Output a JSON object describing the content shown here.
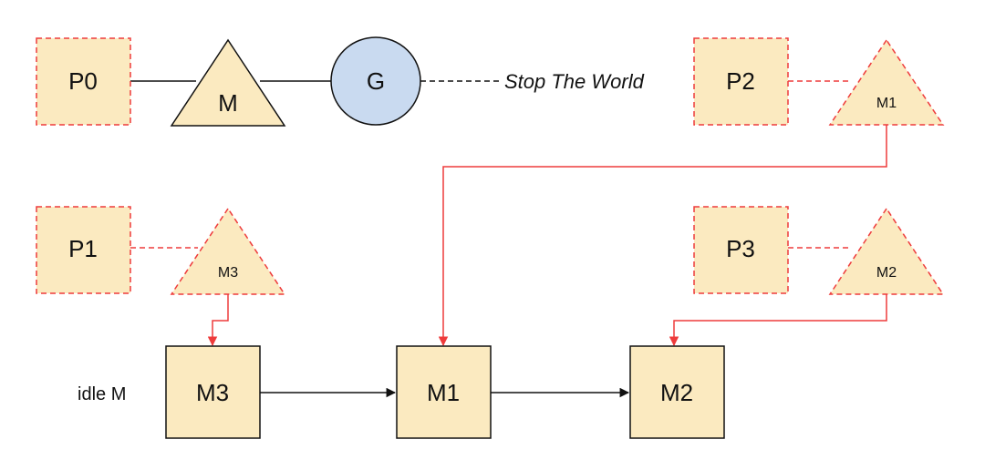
{
  "colors": {
    "node_fill": "#fbeac0",
    "g_fill": "#c9daf0",
    "dashed_red": "#ee3b3b",
    "black": "#111111"
  },
  "p0": {
    "label": "P0"
  },
  "p1": {
    "label": "P1"
  },
  "p2": {
    "label": "P2"
  },
  "p3": {
    "label": "P3"
  },
  "m_main": {
    "label": "M"
  },
  "g": {
    "label": "G"
  },
  "stop_world": {
    "label": "Stop The World"
  },
  "m1_tri": {
    "label": "M1"
  },
  "m3_tri": {
    "label": "M3"
  },
  "m2_tri": {
    "label": "M2"
  },
  "idle": {
    "label": "idle M"
  },
  "m3_box": {
    "label": "M3"
  },
  "m1_box": {
    "label": "M1"
  },
  "m2_box": {
    "label": "M2"
  }
}
